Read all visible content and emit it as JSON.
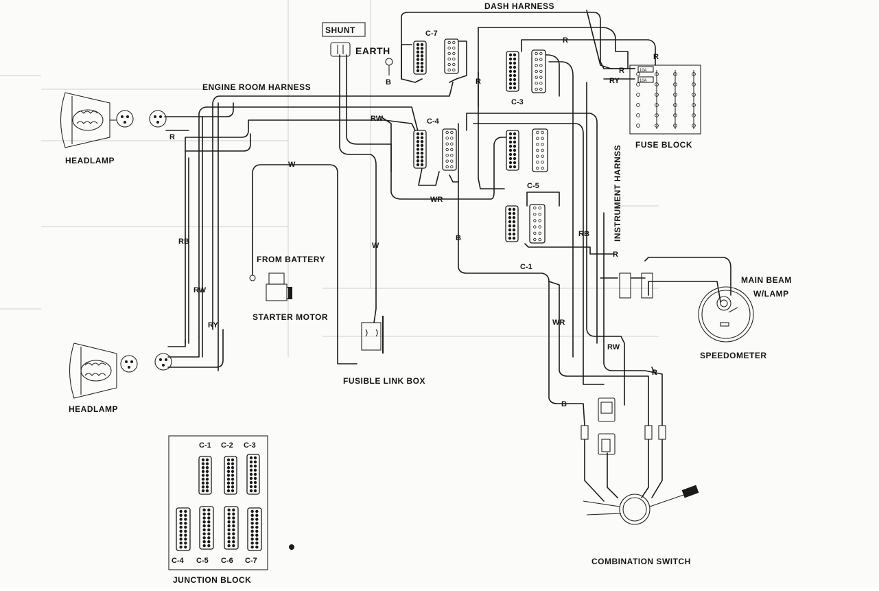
{
  "labels": {
    "dash_harness": "DASH HARNESS",
    "shunt": "SHUNT",
    "earth": "EARTH",
    "engine_room_harness": "ENGINE ROOM HARNESS",
    "headlamp_top": "HEADLAMP",
    "headlamp_bottom": "HEADLAMP",
    "from_battery": "FROM BATTERY",
    "starter_motor": "STARTER MOTOR",
    "fusible_link_box": "FUSIBLE LINK BOX",
    "fuse_block": "FUSE BLOCK",
    "instrument_harness": "INSTRUMENT HARNSS",
    "main_beam_line1": "MAIN BEAM",
    "main_beam_line2": "W/LAMP",
    "speedometer": "SPEEDOMETER",
    "combination_switch": "COMBINATION SWITCH",
    "junction_block": "JUNCTION BLOCK"
  },
  "connectors": {
    "c7": "C-7",
    "c4": "C-4",
    "c3": "C-3",
    "c5": "C-5",
    "c1": "C-1"
  },
  "junction_block_connectors": {
    "top": [
      "C-1",
      "C-2",
      "C-3"
    ],
    "bottom": [
      "C-4",
      "C-5",
      "C-6",
      "C-7"
    ]
  },
  "fuse_labels": [
    "10A",
    "10A"
  ],
  "wire_colors": {
    "b_earth": "B",
    "r_dash": "R",
    "r_fuse_top": "R",
    "r_fuse": "R",
    "ry_fuse": "RY",
    "rw_engine": "RW",
    "r_engine": "R",
    "w_battery": "W",
    "w_fusible": "W",
    "wr_mid": "WR",
    "b_mid": "B",
    "rb_left": "RB",
    "rw_left": "RW",
    "ry_left": "RY",
    "rb_right": "RB",
    "r_speedo": "R",
    "wr_lower": "WR",
    "rw_lower": "RW",
    "r_lower": "R",
    "b_lower": "B"
  }
}
